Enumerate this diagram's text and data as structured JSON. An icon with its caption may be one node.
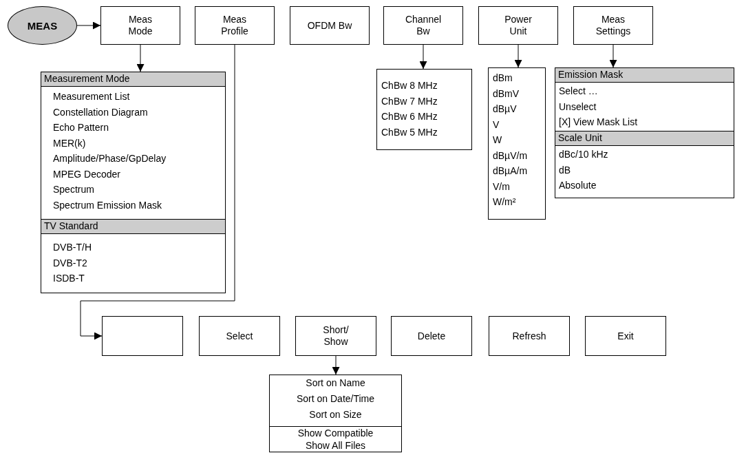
{
  "diagram": {
    "nodes": [
      {
        "text": [
          "MEAS"
        ]
      },
      {
        "text": [
          "Meas Mode"
        ]
      },
      {
        "text": [
          "Meas Profile"
        ]
      },
      {
        "text": [
          "OFDM Bw"
        ]
      },
      {
        "text": [
          "Channel Bw"
        ]
      },
      {
        "text": [
          "Power Unit"
        ]
      },
      {
        "text": [
          "Meas Settings"
        ]
      },
      {
        "text": [
          "Measurement Mode"
        ]
      },
      {
        "text": [
          "Measurement List",
          "Constellation Diagram",
          "Echo Pattern",
          "MER(k)",
          "Amplitude/Phase/GpDelay",
          "MPEG Decoder",
          "Spectrum",
          "Spectrum Emission Mask"
        ]
      },
      {
        "text": [
          "TV Standard"
        ]
      },
      {
        "text": [
          "DVB-T/H",
          "DVB-T2",
          "ISDB-T"
        ]
      },
      {
        "text": [
          "ChBw 8 MHz",
          "ChBw 7 MHz",
          "ChBw 6 MHz",
          "ChBw 5 MHz"
        ]
      },
      {
        "text": [
          "dBm",
          "dBmV",
          "dBµV",
          "V",
          "W",
          "dBµV/m",
          "dBµA/m",
          "V/m",
          "W/m²"
        ]
      },
      {
        "text": [
          "Emission Mask"
        ]
      },
      {
        "text": [
          "Select …",
          "Unselect",
          "[X] View Mask List"
        ]
      },
      {
        "text": [
          "Scale Unit"
        ]
      },
      {
        "text": [
          "dBc/10 kHz",
          "dB",
          "Absolute"
        ]
      },
      {
        "text": [],
        "shape": "box"
      },
      {
        "text": [
          "Select"
        ]
      },
      {
        "text": [
          "Short/ Show"
        ]
      },
      {
        "text": [
          "Delete"
        ]
      },
      {
        "text": [
          "Refresh"
        ]
      },
      {
        "text": [
          "Exit"
        ]
      },
      {
        "text": [
          "Sort on Name",
          "Sort on Date/Time",
          "Sort on Size"
        ]
      },
      {
        "text": [
          "Show Compatible",
          "Show All Files"
        ]
      }
    ],
    "edges": [
      {
        "from": 0,
        "to": 1,
        "arrow": "to"
      },
      {
        "from": 1,
        "to": 7,
        "arrow": "to"
      },
      {
        "from": 2,
        "to": 17,
        "arrow": "to"
      },
      {
        "from": 4,
        "to": 11,
        "arrow": "to"
      },
      {
        "from": 5,
        "to": 12,
        "arrow": "to"
      },
      {
        "from": 6,
        "to": 13,
        "arrow": "to"
      },
      {
        "from": 19,
        "to": 23,
        "arrow": "to"
      }
    ]
  }
}
